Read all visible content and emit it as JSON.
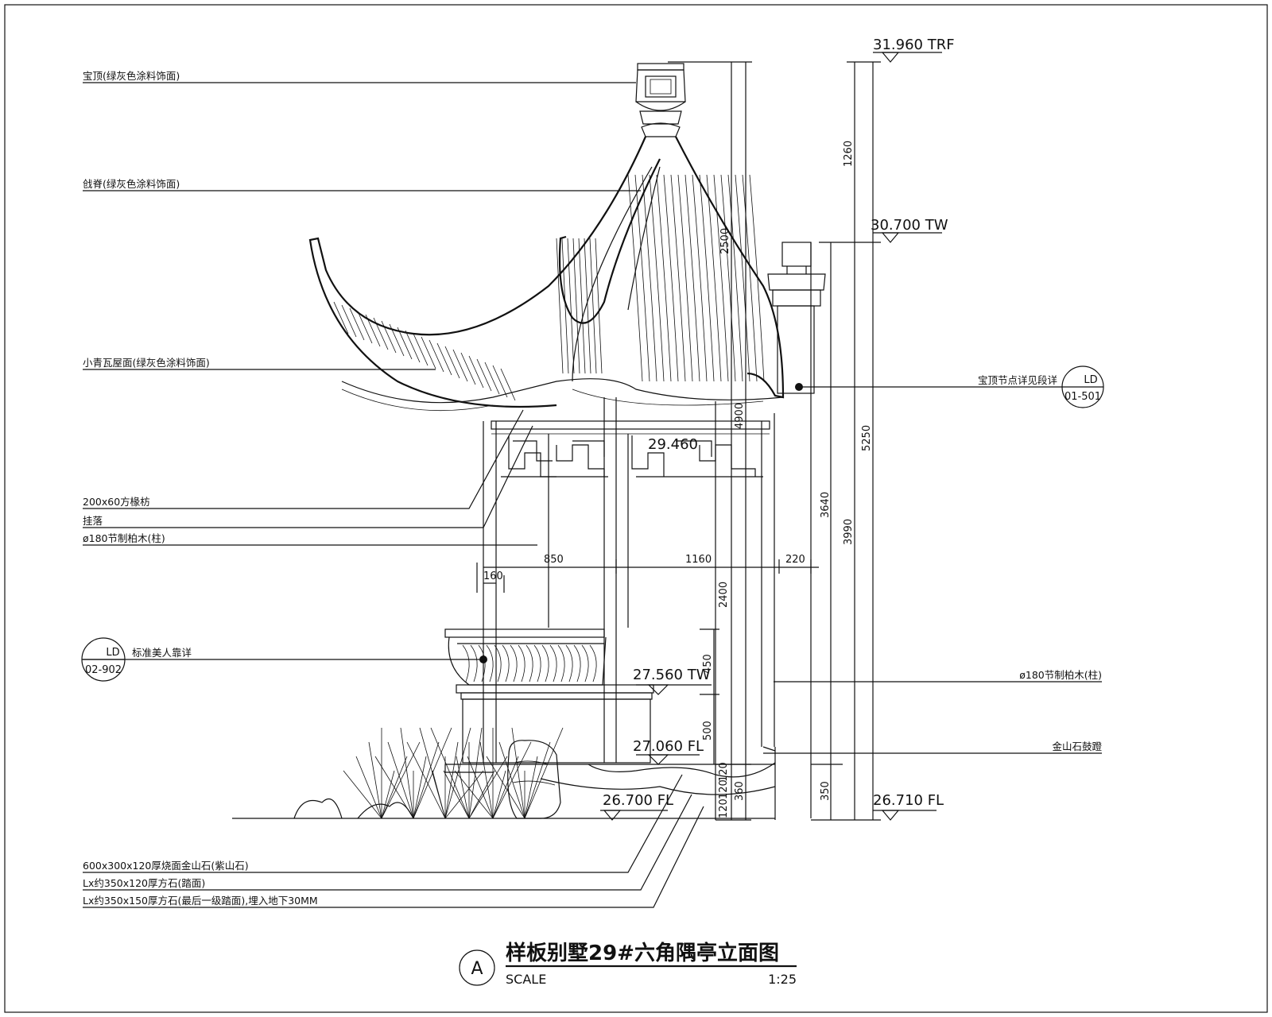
{
  "drawing": {
    "title": "样板别墅29#六角隅亭立面图",
    "marker": "A",
    "scale_label": "SCALE",
    "scale_value": "1:25"
  },
  "elevations": {
    "trf": "31.960 TRF",
    "tw_top": "30.700 TW",
    "beam": "29.460",
    "tw_bench": "27.560 TW",
    "fl_step": "27.060 FL",
    "fl_ground": "26.700 FL",
    "fl_right": "26.710 FL"
  },
  "dimensions": {
    "d1260": "1260",
    "d2500": "2500",
    "d4900": "4900",
    "d5250": "5250",
    "d3640": "3640",
    "d3990": "3990",
    "d2400": "2400",
    "d450": "450",
    "d500": "500",
    "d120a": "120",
    "d120b": "120",
    "d120c": "120",
    "d360": "360",
    "d350": "350",
    "d850": "850",
    "d1160": "1160",
    "d220": "220",
    "d160": "160"
  },
  "callouts": {
    "finial": "宝顶(绿灰色涂料饰面)",
    "ridge": "戗脊(绿灰色涂料饰面)",
    "roof_tile": "小青瓦屋面(绿灰色涂料饰面)",
    "beam": "200x60方椽枋",
    "hanging": "挂落",
    "column_left": "ø180节制柏木(柱)",
    "bench": "标准美人靠详",
    "ref_ridge": "宝顶节点详见段详",
    "column_right": "ø180节制柏木(柱)",
    "stone_base": "金山石鼓蹬",
    "paving1": "600x300x120厚烧面金山石(紫山石)",
    "paving2": "Lx约350x120厚方石(踏面)",
    "paving3": "Lx约350x150厚方石(最后一级踏面),埋入地下30MM"
  },
  "references": {
    "ref1_top": "LD",
    "ref1_bottom": "01-501",
    "ref2_top": "LD",
    "ref2_bottom": "02-902"
  }
}
